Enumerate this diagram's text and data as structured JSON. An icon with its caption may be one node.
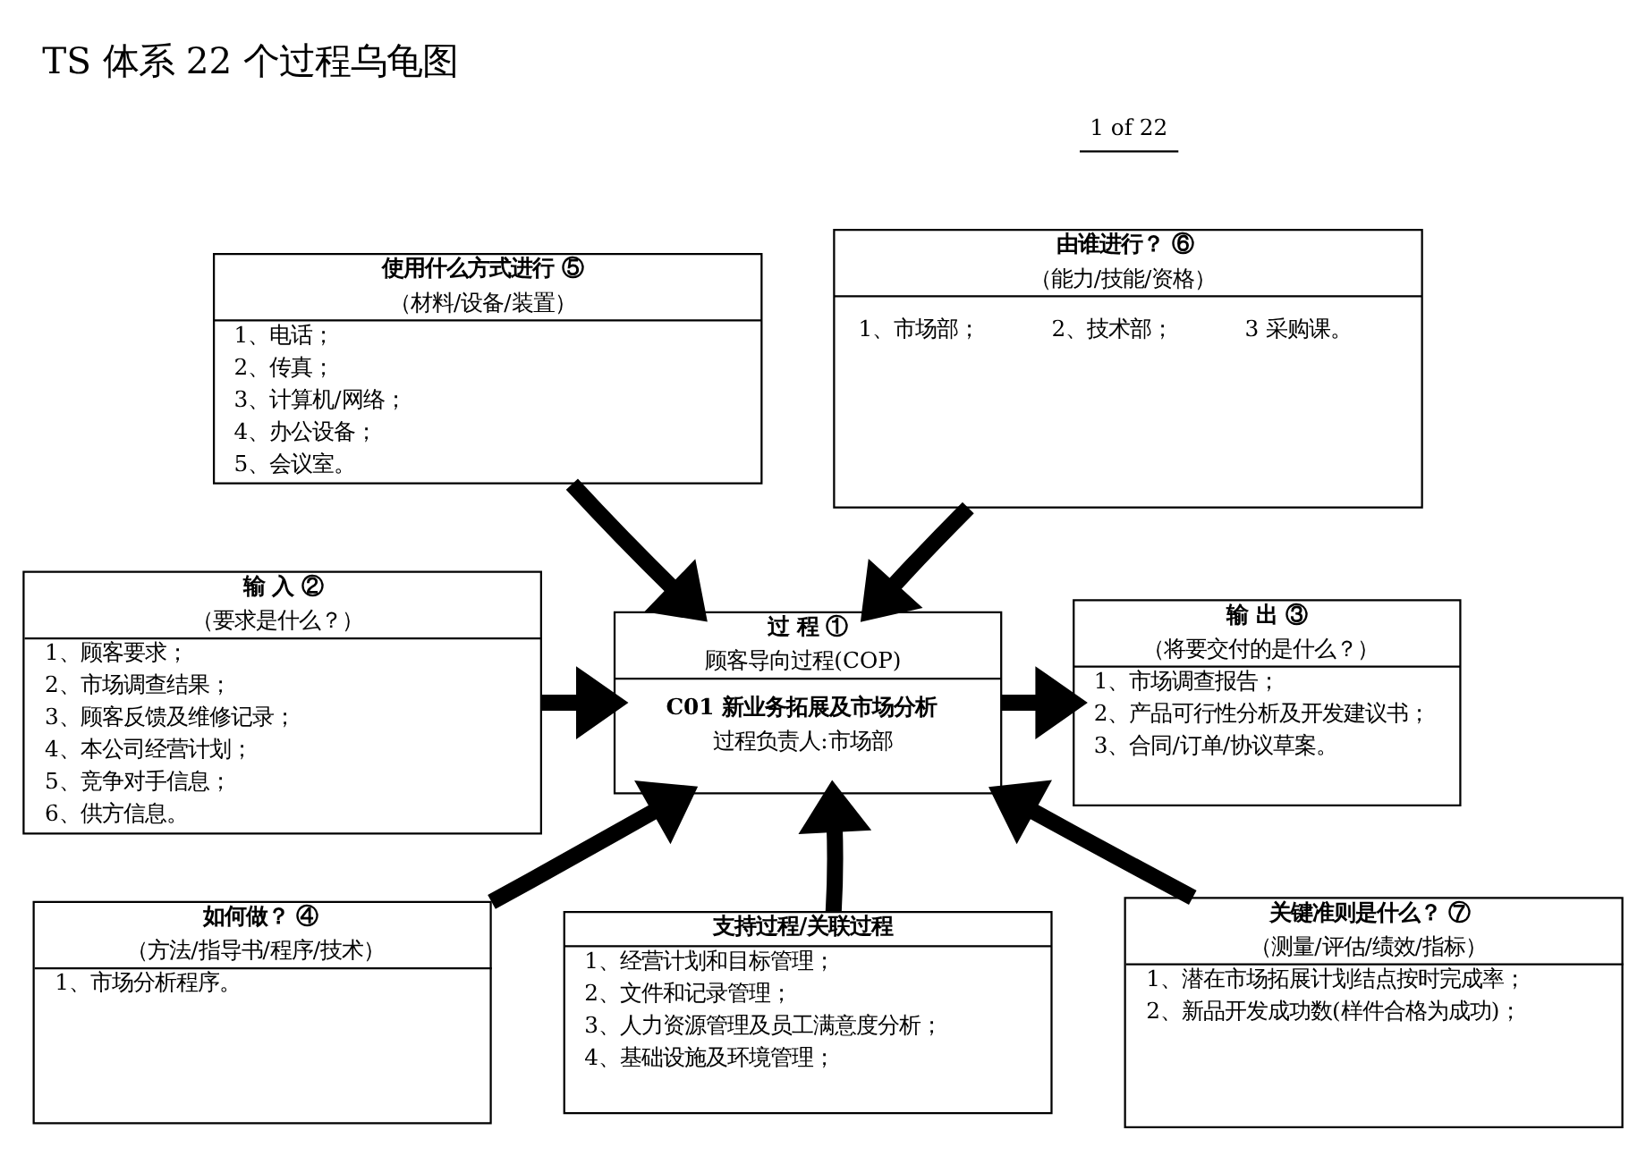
{
  "diagram": {
    "title": "TS 体系 22 个过程乌龟图",
    "nodes": [
      {
        "text": [
          "使用什么方式进行 ⑤",
          "（材料/设备/装置）",
          "1、电话；",
          "2、传真；",
          "3、计算机/网络；",
          "4、办公设备；",
          "5、会议室。"
        ]
      },
      {
        "text": [
          "由谁进行？ ⑥",
          "（能力/技能/资格）",
          "1、市场部；",
          "2、技术部；",
          "3 采购课。"
        ]
      },
      {
        "text": [
          "输 入 ②",
          "（要求是什么？）",
          "1、顾客要求；",
          "2、市场调查结果；",
          "3、顾客反馈及维修记录；",
          "4、本公司经营计划；",
          "5、竞争对手信息；",
          "6、供方信息。"
        ]
      },
      {
        "text": [
          "过 程 ①",
          "顾客导向过程(COP)",
          "C01 新业务拓展及市场分析",
          "过程负责人:市场部"
        ]
      },
      {
        "text": [
          "输 出 ③",
          "（将要交付的是什么？）",
          "1、市场调查报告；",
          "2、产品可行性分析及开发建议书；",
          "3、合同/订单/协议草案。"
        ]
      },
      {
        "text": [
          "如何做？ ④",
          "（方法/指导书/程序/技术）",
          "1、市场分析程序。"
        ]
      },
      {
        "text": [
          "支持过程/关联过程",
          "1、经营计划和目标管理；",
          "2、文件和记录管理；",
          "3、人力资源管理及员工满意度分析；",
          "4、基础设施及环境管理；"
        ]
      },
      {
        "text": [
          "关键准则是什么？ ⑦",
          "（测量/评估/绩效/指标）",
          "1、潜在市场拓展计划结点按时完成率；",
          "2、新品开发成功数(样件合格为成功)；"
        ]
      }
    ],
    "edges": [
      {
        "from": 0,
        "to": 3,
        "arrow": "to"
      },
      {
        "from": 1,
        "to": 3,
        "arrow": "to"
      },
      {
        "from": 2,
        "to": 3,
        "arrow": "to"
      },
      {
        "from": 3,
        "to": 4,
        "arrow": "to"
      },
      {
        "from": 5,
        "to": 3,
        "arrow": "to"
      },
      {
        "from": 6,
        "to": 3,
        "arrow": "to"
      },
      {
        "from": 7,
        "to": 3,
        "arrow": "to"
      }
    ],
    "labels": [
      "1 of 22"
    ]
  }
}
